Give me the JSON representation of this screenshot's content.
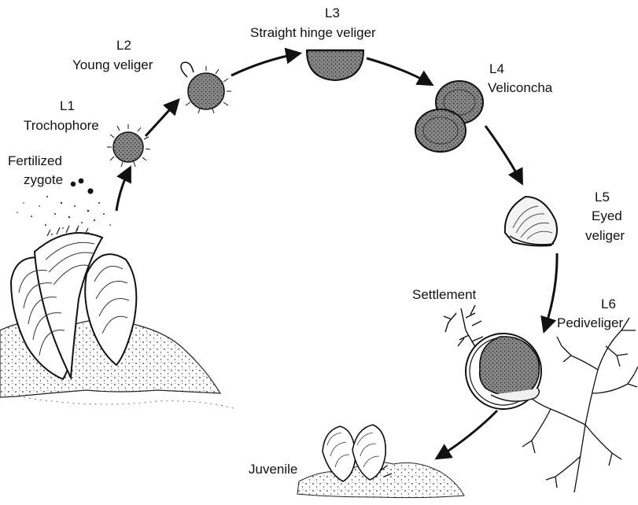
{
  "diagram": {
    "stages": [
      {
        "id": "zygote",
        "lines": [
          "Fertilized",
          "zygote"
        ]
      },
      {
        "id": "l1",
        "lines": [
          "L1",
          "Trochophore"
        ]
      },
      {
        "id": "l2",
        "lines": [
          "L2",
          "Young veliger"
        ]
      },
      {
        "id": "l3",
        "lines": [
          "L3",
          "Straight hinge veliger"
        ]
      },
      {
        "id": "l4",
        "lines": [
          "L4",
          "Veliconcha"
        ]
      },
      {
        "id": "l5",
        "lines": [
          "L5",
          "Eyed",
          "veliger"
        ]
      },
      {
        "id": "l6",
        "lines": [
          "L6",
          "Pediveliger"
        ]
      },
      {
        "id": "settlement",
        "lines": [
          "Settlement"
        ]
      },
      {
        "id": "juvenile",
        "lines": [
          "Juvenile"
        ]
      }
    ],
    "colors": {
      "ink": "#111111",
      "shell": "#6a6a6a",
      "paper": "#ffffff"
    }
  }
}
